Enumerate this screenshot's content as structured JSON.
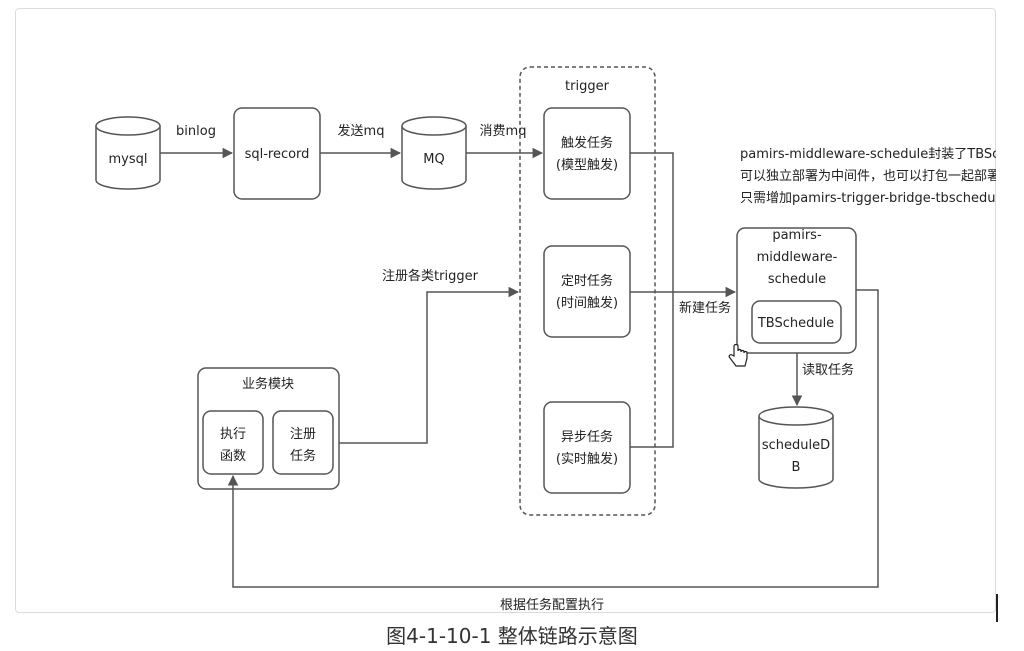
{
  "nodes": {
    "mysql": "mysql",
    "sql_record": "sql-record",
    "mq": "MQ",
    "trigger_group": "trigger",
    "trigger_event": [
      "触发任务",
      "(模型触发)"
    ],
    "trigger_timer": [
      "定时任务",
      "(时间触发)"
    ],
    "trigger_async": [
      "异步任务",
      "(实时触发)"
    ],
    "middleware": [
      "pamirs-",
      "middleware-",
      "schedule"
    ],
    "tbschedule": "TBSchedule",
    "scheduledb": [
      "scheduleD",
      "B"
    ],
    "business_module": "业务模块",
    "exec_func": [
      "执行",
      "函数"
    ],
    "register_task": [
      "注册",
      "任务"
    ]
  },
  "edges": {
    "binlog": "binlog",
    "send_mq": "发送mq",
    "consume_mq": "消费mq",
    "register_triggers": "注册各类trigger",
    "new_task": "新建任务",
    "read_task": "读取任务",
    "execute_by_config": "根据任务配置执行"
  },
  "note": [
    "pamirs-middleware-schedule封装了TBSche",
    "可以独立部署为中间件，也可以打包一起部署",
    "只需增加pamirs-trigger-bridge-tbschedule"
  ],
  "caption": "图4-1-10-1 整体链路示意图",
  "colors": {
    "stroke": "#555555",
    "text": "#222222"
  }
}
